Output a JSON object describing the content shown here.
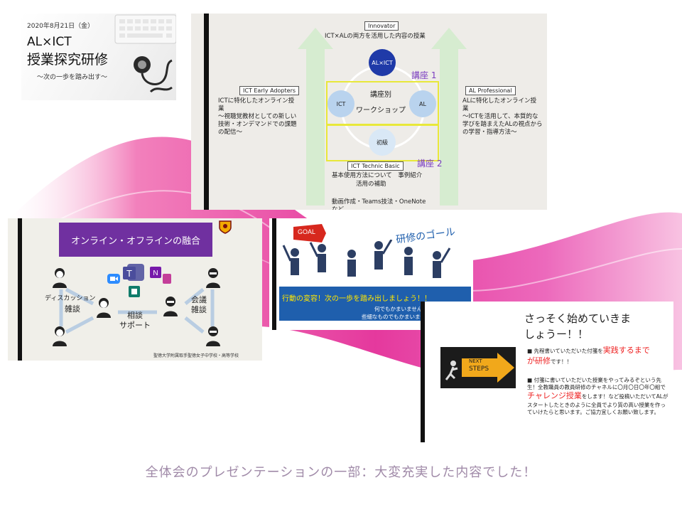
{
  "slide1": {
    "date": "2020年8月21日（金）",
    "title_line1": "AL×ICT",
    "title_line2": "授業探究研修",
    "subtitle": "〜次の一歩を踏み出す〜"
  },
  "slide2": {
    "innovator_label": "Innovator",
    "innovator_desc": "ICT×ALの両方を活用した内容の授業",
    "early_label": "ICT Early Adopters",
    "early_desc": [
      "ICTに特化したオンライン授",
      "業",
      "〜視聴覚教材としての新しい",
      "技術・オンデマンドでの課題",
      "の配信〜"
    ],
    "pro_label": "AL Professional",
    "pro_desc": [
      "ALに特化したオンライン授",
      "業",
      "〜ICTを活用して、本質的な",
      "学びを踏まえたALの視点から",
      "の学習・指導方法〜"
    ],
    "circle_top": "AL×ICT",
    "circle_left": "ICT",
    "circle_right": "AL",
    "circle_bottom": "初級",
    "center_line1": "講座別",
    "center_line2": "ワークショップ",
    "kouza1": "講座 1",
    "kouza2": "講座 2",
    "basic_label": "ICT Technic Basic",
    "basic_line1": "基本使用方法について　事例紹介",
    "basic_line2": "活用の補助",
    "basic_line3": "動画作成・Teams技法・OneNote",
    "basic_line4": "など"
  },
  "slide3": {
    "heading": "オンライン・オフラインの融合",
    "discussion": "ディスカッション",
    "zatsudan": "雑談",
    "soudan": "相談",
    "support": "サポート",
    "kaigi": "会議",
    "kaigi_zatsudan": "雑談",
    "footer": "聖徳大学附属取手聖徳女子中学校・高等学校"
  },
  "slide4": {
    "goal": "GOAL",
    "kensyu_goal": "研修のゴール",
    "banner_main": "行動の変容！次の一歩を踏み出しましょう！！",
    "banner_sub1": "何でもかまいません。",
    "banner_sub2": "些細なものでもかまいません。"
  },
  "slide5": {
    "title_line1": "さっそく始めていきま",
    "title_line2": "しょうー！！",
    "next": "NEXT",
    "steps": "STEPS",
    "b1_pre": "先程書いていただいた付箋を",
    "b1_red": "実践するまで",
    "b1_red2": "が研修",
    "b1_post": "です！！",
    "b2_pre": "付箋に書いていただいた授業をやってみるぞという先生！全教職員の教員研修のチャネルに〇月〇日〇年〇組で",
    "b2_red": "チャレンジ授業",
    "b2_post": "をします！など投稿いただいてALがスタートしたときのように全員でより質の高い授業を作っていけたらと思います。ご協力宜しくお願い致します。"
  },
  "caption": "全体会のプレゼンテーションの一部：大変充実した内容でした！",
  "colors": {
    "accent_purple": "#7030a0",
    "wave_magenta": "#e0168c",
    "caption": "#a08aa8"
  }
}
